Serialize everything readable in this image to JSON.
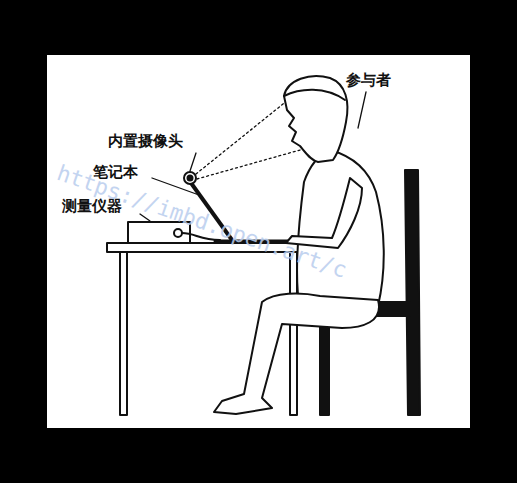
{
  "diagram": {
    "labels": [
      "参与者",
      "内置摄像头",
      "笔记本",
      "测量仪器",
      "https://imbd.open.art/c"
    ]
  }
}
